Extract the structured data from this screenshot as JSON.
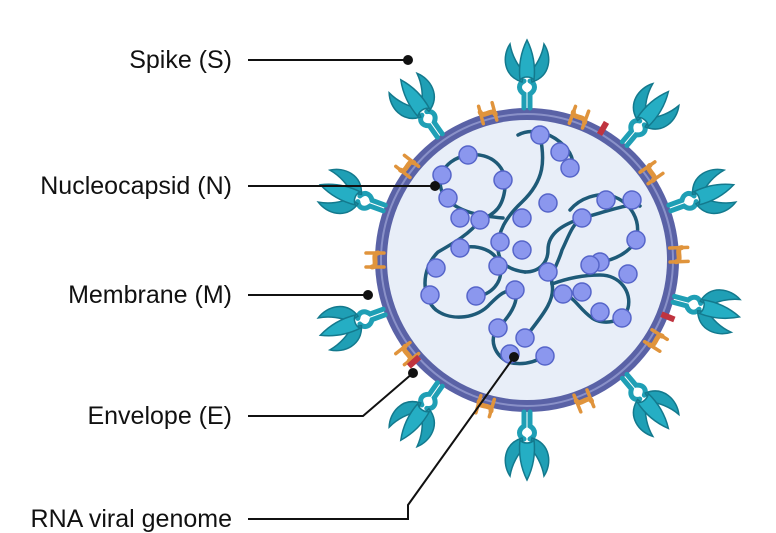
{
  "labels": {
    "spike": "Spike (S)",
    "nucleocapsid": "Nucleocapsid (N)",
    "membrane": "Membrane (M)",
    "envelope": "Envelope (E)",
    "rna": "RNA viral genome"
  },
  "colors": {
    "membrane_ring": "#5a62a6",
    "interior": "#e8eef8",
    "spike": "#1f9fb5",
    "spike_dark": "#13798d",
    "membrane_protein": "#e0943c",
    "envelope_protein": "#c0343f",
    "rna_strand": "#1e5a78",
    "nucleocapsid": "#8b97ee",
    "nucleocapsid_edge": "#5665c9",
    "leader_line": "#111111"
  }
}
